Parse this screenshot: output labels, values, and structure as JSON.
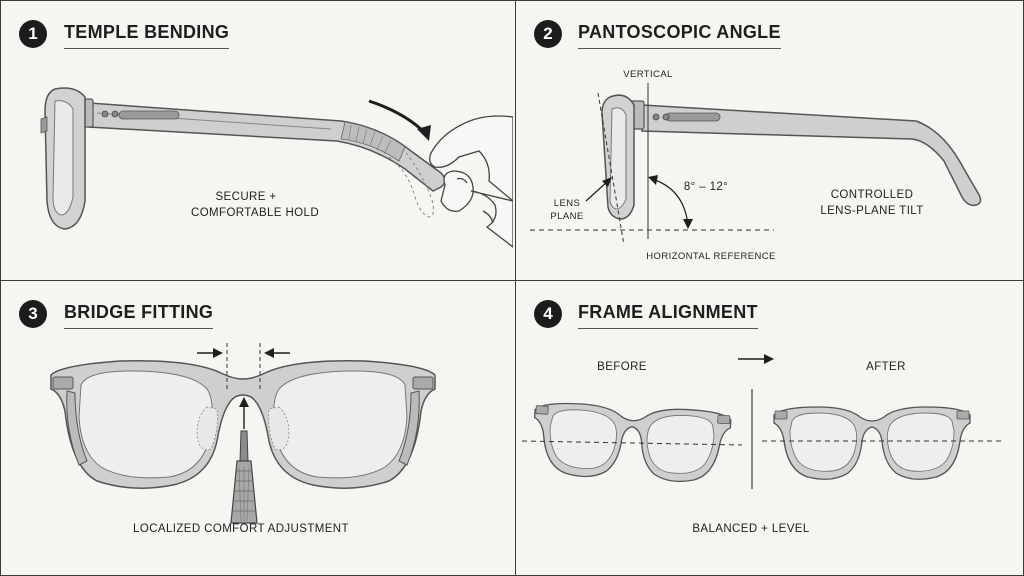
{
  "panels": [
    {
      "number": "1",
      "title": "TEMPLE BENDING",
      "caption_line1": "SECURE +",
      "caption_line2": "COMFORTABLE HOLD"
    },
    {
      "number": "2",
      "title": "PANTOSCOPIC ANGLE",
      "vertical_label": "VERTICAL",
      "lens_plane_line1": "LENS",
      "lens_plane_line2": "PLANE",
      "angle_label": "8° – 12°",
      "horizontal_label": "HORIZONTAL REFERENCE",
      "caption_line1": "CONTROLLED",
      "caption_line2": "LENS-PLANE TILT"
    },
    {
      "number": "3",
      "title": "BRIDGE FITTING",
      "caption": "LOCALIZED COMFORT ADJUSTMENT"
    },
    {
      "number": "4",
      "title": "FRAME ALIGNMENT",
      "before_label": "BEFORE",
      "after_label": "AFTER",
      "caption": "BALANCED + LEVEL"
    }
  ],
  "colors": {
    "background": "#f6f5f1",
    "ink": "#1e1e1e",
    "frame_fill": "#c9c9c9",
    "frame_stroke": "#555555",
    "badge": "#1c1c1c"
  },
  "icons": [
    "arrow-icon",
    "hand-icon",
    "screwdriver-icon"
  ]
}
